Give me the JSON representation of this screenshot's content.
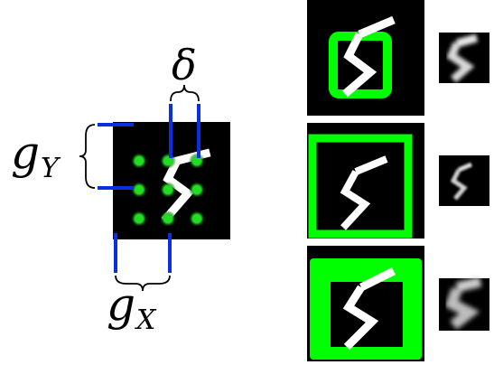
{
  "labels": {
    "delta": "δ",
    "g_y_main": "g",
    "g_y_sub": "Y",
    "g_x_main": "g",
    "g_x_sub": "X"
  },
  "colors": {
    "background": "#ffffff",
    "digit_bg": "#000000",
    "stroke": "#ffffff",
    "grid_point": "#22dd22",
    "window": "#00ff00",
    "brace": "#000000",
    "guide_line": "#0a2fe0"
  },
  "grid": {
    "rows": 3,
    "cols": 3
  },
  "glimpses": [
    {
      "scale": "small"
    },
    {
      "scale": "medium"
    },
    {
      "scale": "large"
    }
  ]
}
